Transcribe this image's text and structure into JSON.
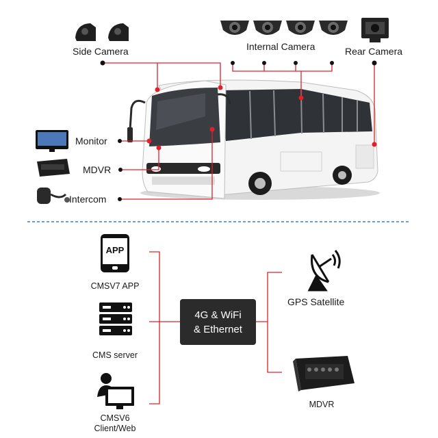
{
  "top": {
    "side_camera": "Side Camera",
    "internal_camera": "Internal Camera",
    "rear_camera": "Rear Camera",
    "monitor": "Monitor",
    "mdvr": "MDVR",
    "intercom": "Intercom"
  },
  "bottom": {
    "app_icon_text": "APP",
    "cmsv7_app": "CMSV7 APP",
    "cms_server": "CMS server",
    "cmsv6_line1": "CMSV6",
    "cmsv6_line2": "Client/Web",
    "hub_line1": "4G & WiFi",
    "hub_line2": "& Ethernet",
    "gps_satellite": "GPS Satellite",
    "mdvr": "MDVR"
  },
  "colors": {
    "connector_red": "#e0202a",
    "divider_blue": "#2a7fd6",
    "hub_dark": "#2b2b2b"
  }
}
